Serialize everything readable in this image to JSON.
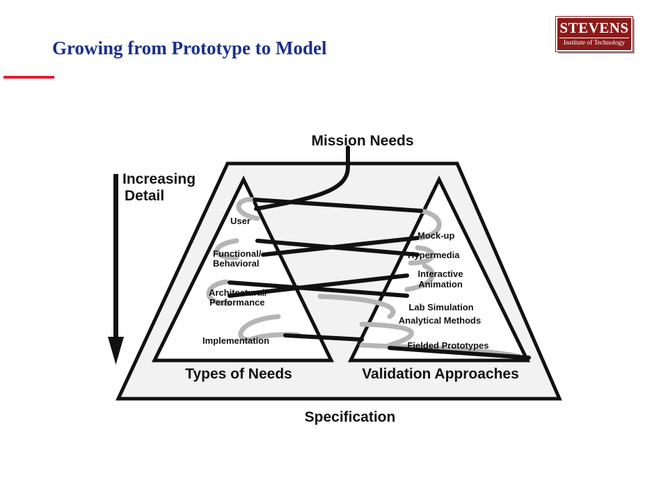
{
  "slide": {
    "title": "Growing from Prototype to Model"
  },
  "logo": {
    "name": "STEVENS",
    "subtitle": "Institute of Technology"
  },
  "diagram": {
    "top_label": "Mission Needs",
    "bottom_label": "Specification",
    "side_label": [
      "Increasing",
      "Detail"
    ],
    "left_triangle": {
      "caption": "Types of Needs",
      "levels": [
        {
          "lines": [
            "User"
          ]
        },
        {
          "lines": [
            "Functional/",
            "Behavioral"
          ]
        },
        {
          "lines": [
            "Architectural/",
            "Performance"
          ]
        },
        {
          "lines": [
            "Implementation"
          ]
        }
      ]
    },
    "right_triangle": {
      "caption": "Validation Approaches",
      "levels": [
        {
          "lines": [
            "Mock-up"
          ]
        },
        {
          "lines": [
            "Hypermedia"
          ]
        },
        {
          "lines": [
            "Interactive",
            "Animation"
          ]
        },
        {
          "lines": [
            "Lab Simulation",
            "Analytical Methods"
          ]
        },
        {
          "lines": [
            "Fielded Prototypes"
          ]
        }
      ]
    },
    "colors": {
      "outline": "#111111",
      "path": "#b5b5b5",
      "frame_fill": "#f2f2f2",
      "title": "#1a2f8a",
      "accent": "#e01e2e",
      "logo": "#8b1a1a"
    }
  }
}
